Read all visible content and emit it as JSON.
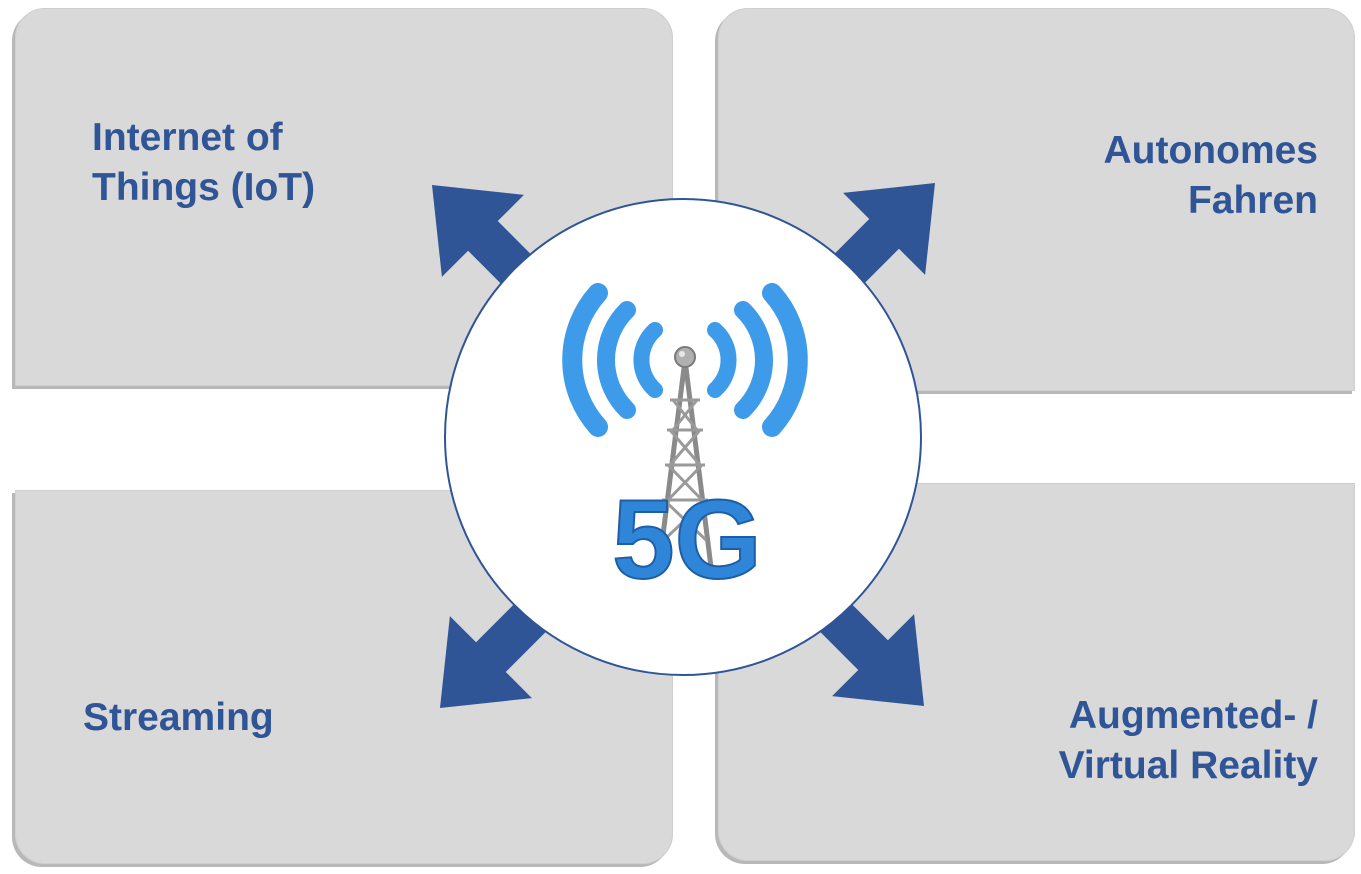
{
  "quadrants": {
    "top_left": {
      "label": "Internet of\nThings (IoT)"
    },
    "top_right": {
      "label": "Autonomes\nFahren"
    },
    "bottom_left": {
      "label": "Streaming"
    },
    "bottom_right": {
      "label": "Augmented- /\nVirtual Reality"
    }
  },
  "center": {
    "icon": "5g-antenna-icon",
    "text": "5G"
  },
  "colors": {
    "panel": "#d9d9d9",
    "text": "#2f5597",
    "arrow": "#2f5597",
    "signal": "#3d9be9",
    "circle_border": "#2f5597"
  }
}
